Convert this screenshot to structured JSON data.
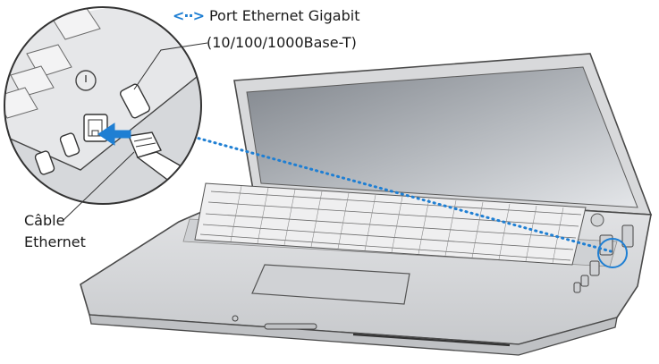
{
  "labels": {
    "port_icon_glyph": "<··>",
    "port_line1": "Port Ethernet Gigabit",
    "port_line2": "(10/100/1000Base-T)",
    "cable_line1": "Câble",
    "cable_line2": "Ethernet"
  },
  "colors": {
    "accent": "#1f7fd3",
    "body": "#d9dadc",
    "screen_dark": "#8f9399",
    "screen_light": "#d5d8dc",
    "outline": "#4a4a4a"
  },
  "icons": {
    "port_icon": "ethernet-port-icon",
    "callout_arrow": "arrow-right-icon"
  }
}
